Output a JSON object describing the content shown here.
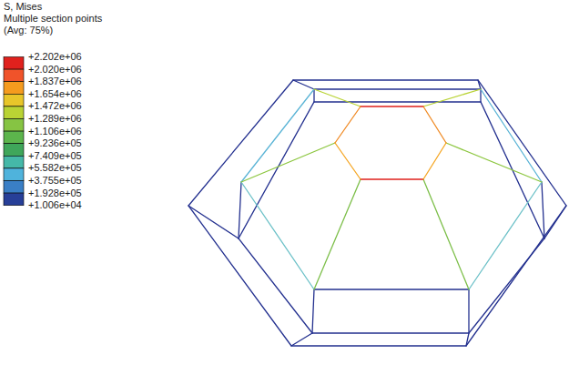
{
  "diagram": {
    "labels": [
      "S, Mises",
      "Multiple section points",
      "(Avg: 75%)",
      "+2.202e+06",
      "+2.020e+06",
      "+1.837e+06",
      "+1.654e+06",
      "+1.472e+06",
      "+1.289e+06",
      "+1.106e+06",
      "+9.236e+05",
      "+7.409e+05",
      "+5.582e+05",
      "+3.755e+05",
      "+1.928e+05",
      "+1.006e+04"
    ]
  }
}
